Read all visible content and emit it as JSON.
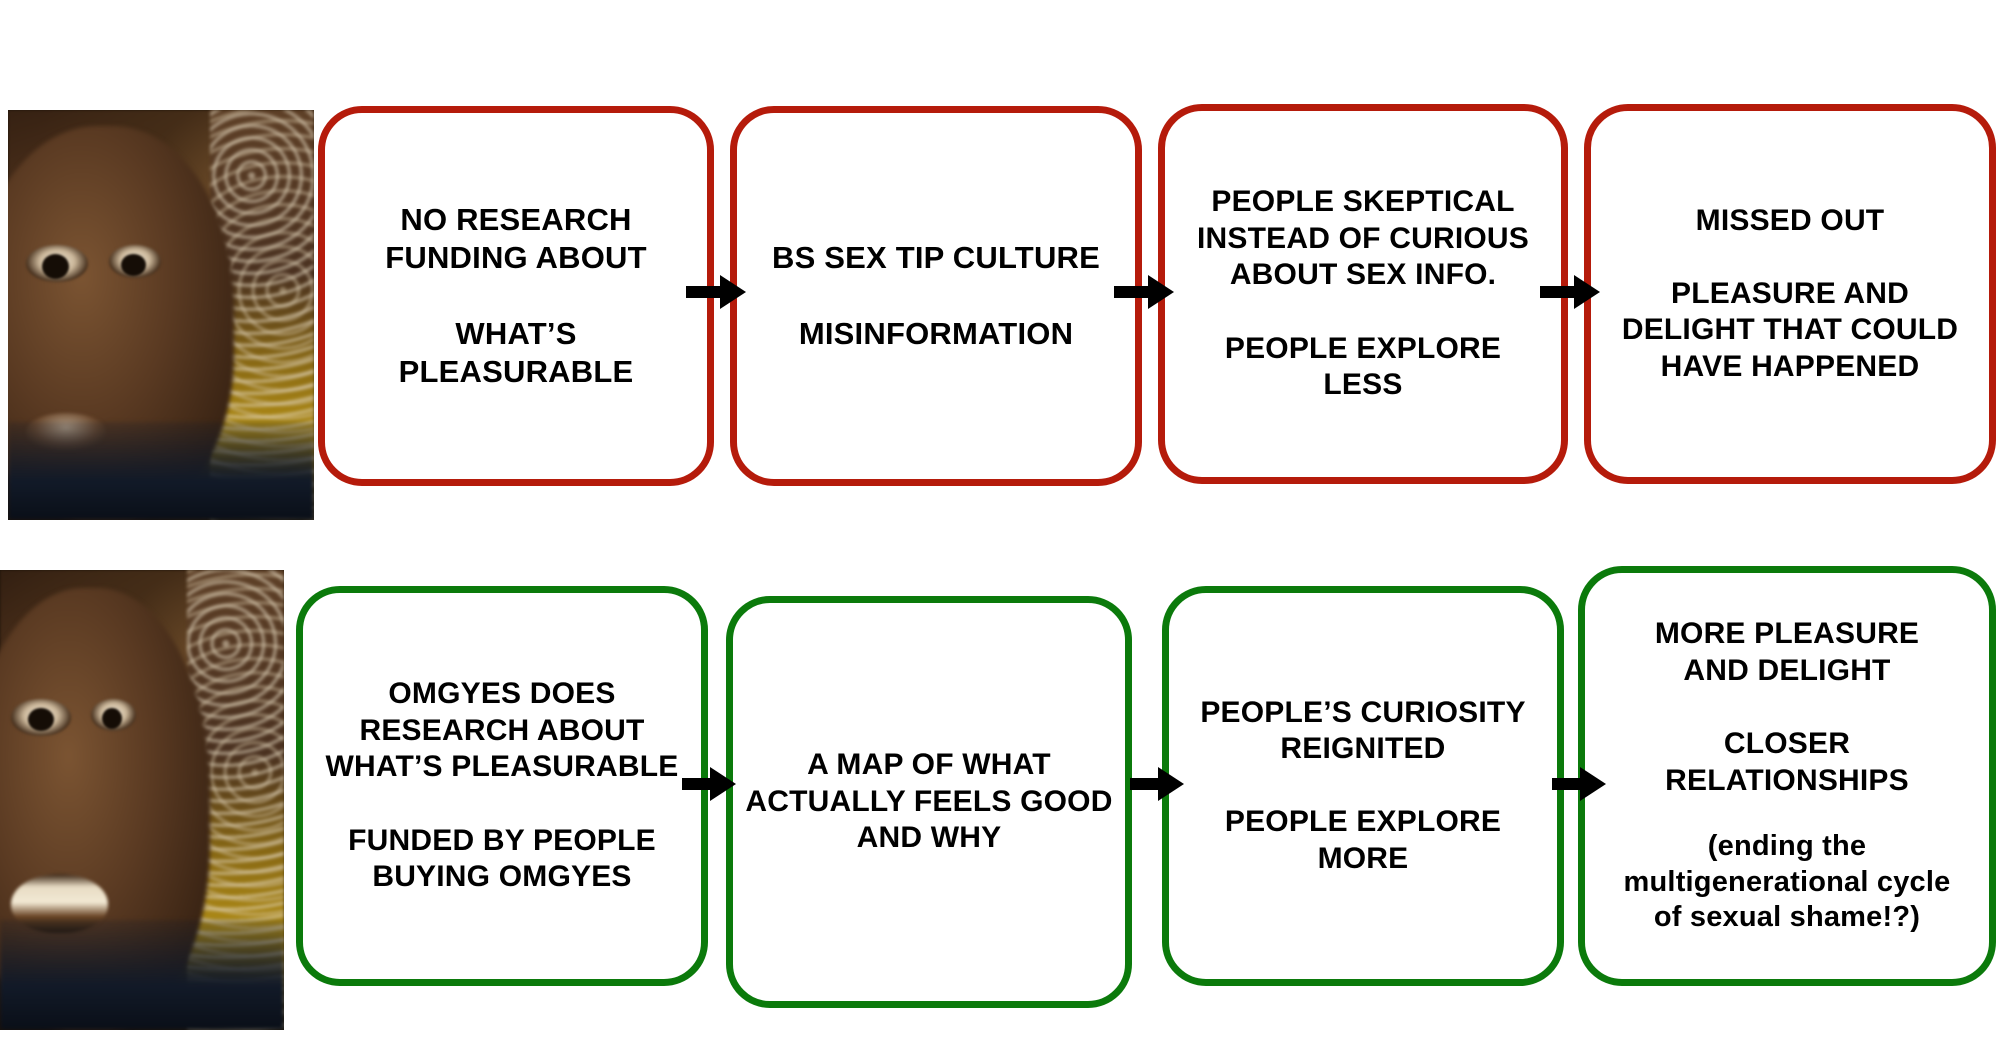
{
  "colors": {
    "problem_border": "#b51b0b",
    "solution_border": "#0b7a0b",
    "arrow": "#000000",
    "background": "#ffffff",
    "text": "#000000"
  },
  "rows": [
    {
      "id": "problem-row",
      "tone": "red",
      "photo_name": "skeptical-man-photo",
      "nodes": [
        {
          "name": "node-no-research-funding",
          "text": "NO RESEARCH\nFUNDING ABOUT\n\nWHAT’S PLEASURABLE"
        },
        {
          "name": "node-bs-sex-tip-culture",
          "text": "BS SEX TIP CULTURE\n\nMISINFORMATION"
        },
        {
          "name": "node-people-skeptical",
          "text": "PEOPLE SKEPTICAL\nINSTEAD OF CURIOUS\nABOUT SEX INFO.\n\nPEOPLE EXPLORE\nLESS"
        },
        {
          "name": "node-missed-out",
          "text": "MISSED OUT\n\nPLEASURE AND\nDELIGHT THAT COULD\nHAVE HAPPENED"
        }
      ]
    },
    {
      "id": "solution-row",
      "tone": "green",
      "photo_name": "smiling-man-photo",
      "nodes": [
        {
          "name": "node-omgyes-research",
          "text": "OMGYES DOES\nRESEARCH ABOUT\nWHAT’S PLEASURABLE\n\nFUNDED BY PEOPLE\nBUYING OMGYES"
        },
        {
          "name": "node-map-of-what-feels-good",
          "text": "A MAP OF WHAT\nACTUALLY FEELS GOOD\nAND WHY"
        },
        {
          "name": "node-curiosity-reignited",
          "text": "PEOPLE’S CURIOSITY\nREIGNITED\n\nPEOPLE EXPLORE\nMORE"
        },
        {
          "name": "node-more-pleasure",
          "text_upper": "MORE PLEASURE\nAND DELIGHT\n\nCLOSER\nRELATIONSHIPS",
          "text_lower": "(ending the\nmultigenerational cycle\nof sexual shame!?)"
        }
      ]
    }
  ],
  "arrows": {
    "count_per_row": 3,
    "glyph": "right-arrow"
  }
}
